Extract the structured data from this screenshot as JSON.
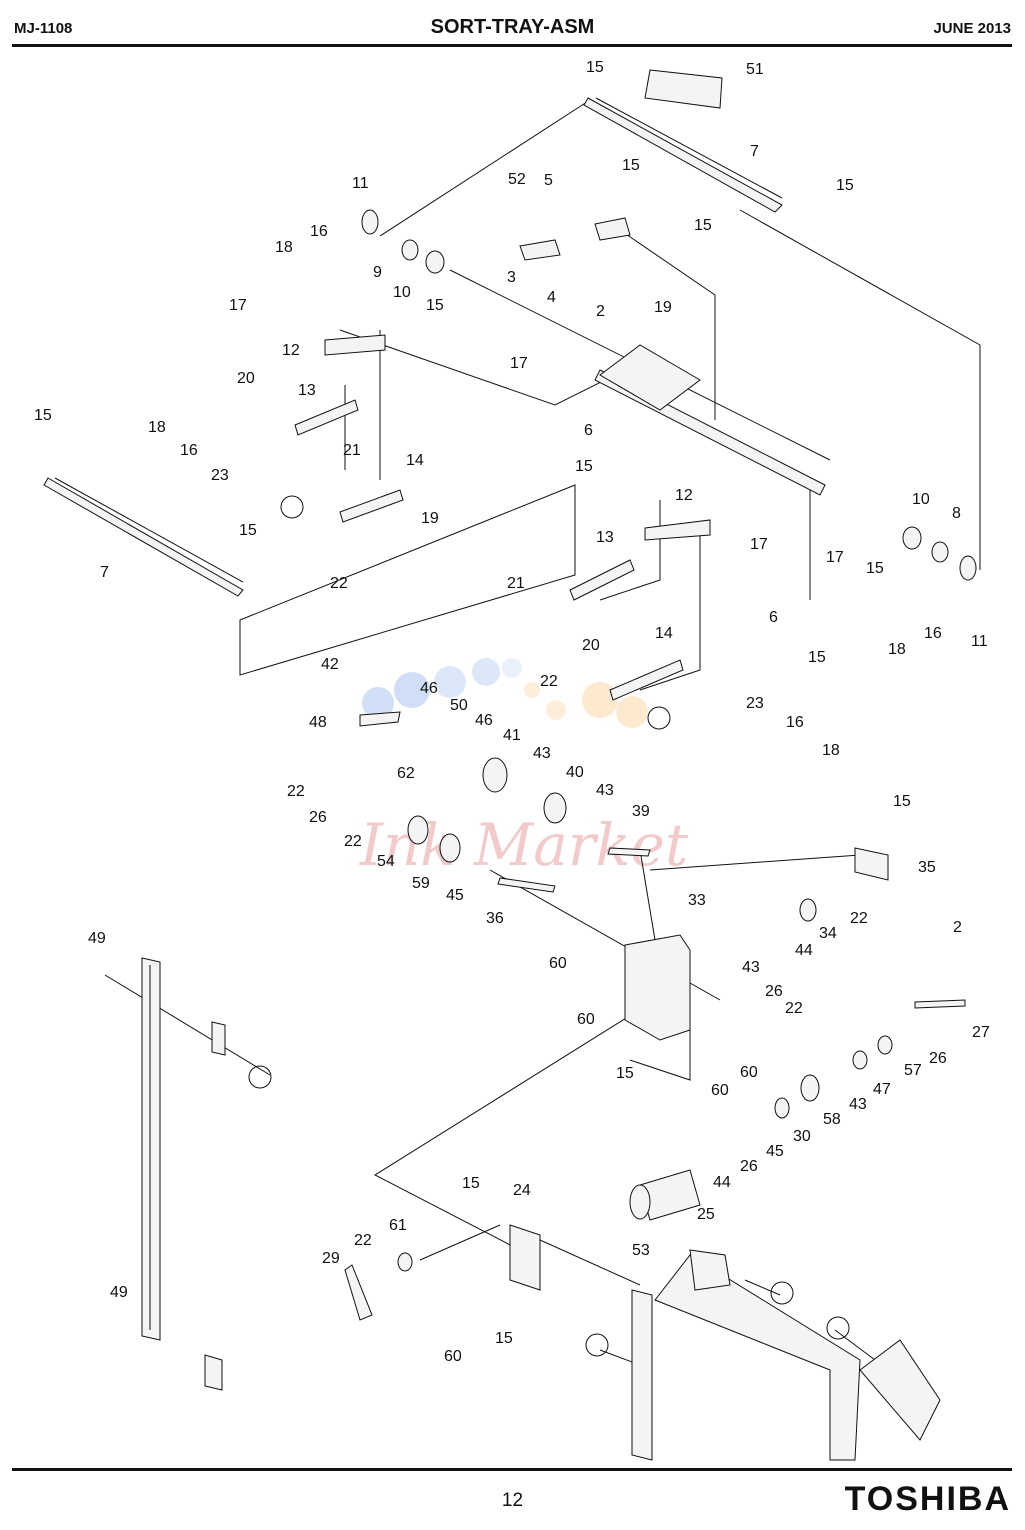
{
  "header": {
    "model": "MJ-1108",
    "title": "SORT-TRAY-ASM",
    "date": "JUNE 2013"
  },
  "footer": {
    "page": "12",
    "brand": "TOSHIBA"
  },
  "watermark": "Ink Market",
  "callouts": [
    "15",
    "51",
    "7",
    "15",
    "15",
    "11",
    "52",
    "5",
    "15",
    "16",
    "18",
    "9",
    "3",
    "10",
    "4",
    "2",
    "17",
    "15",
    "19",
    "12",
    "17",
    "20",
    "13",
    "15",
    "18",
    "21",
    "16",
    "6",
    "23",
    "15",
    "10",
    "14",
    "8",
    "15",
    "19",
    "12",
    "7",
    "22",
    "13",
    "17",
    "17",
    "21",
    "15",
    "20",
    "6",
    "16",
    "18",
    "11",
    "15",
    "14",
    "42",
    "46",
    "22",
    "48",
    "50",
    "46",
    "23",
    "16",
    "41",
    "62",
    "43",
    "40",
    "22",
    "18",
    "26",
    "43",
    "39",
    "22",
    "54",
    "59",
    "45",
    "36",
    "15",
    "35",
    "22",
    "33",
    "2",
    "49",
    "34",
    "44",
    "60",
    "43",
    "26",
    "22",
    "60",
    "60",
    "27",
    "15",
    "26",
    "60",
    "57",
    "47",
    "43",
    "58",
    "30",
    "45",
    "26",
    "44",
    "15",
    "24",
    "25",
    "53",
    "22",
    "61",
    "29",
    "49",
    "15",
    "60"
  ]
}
